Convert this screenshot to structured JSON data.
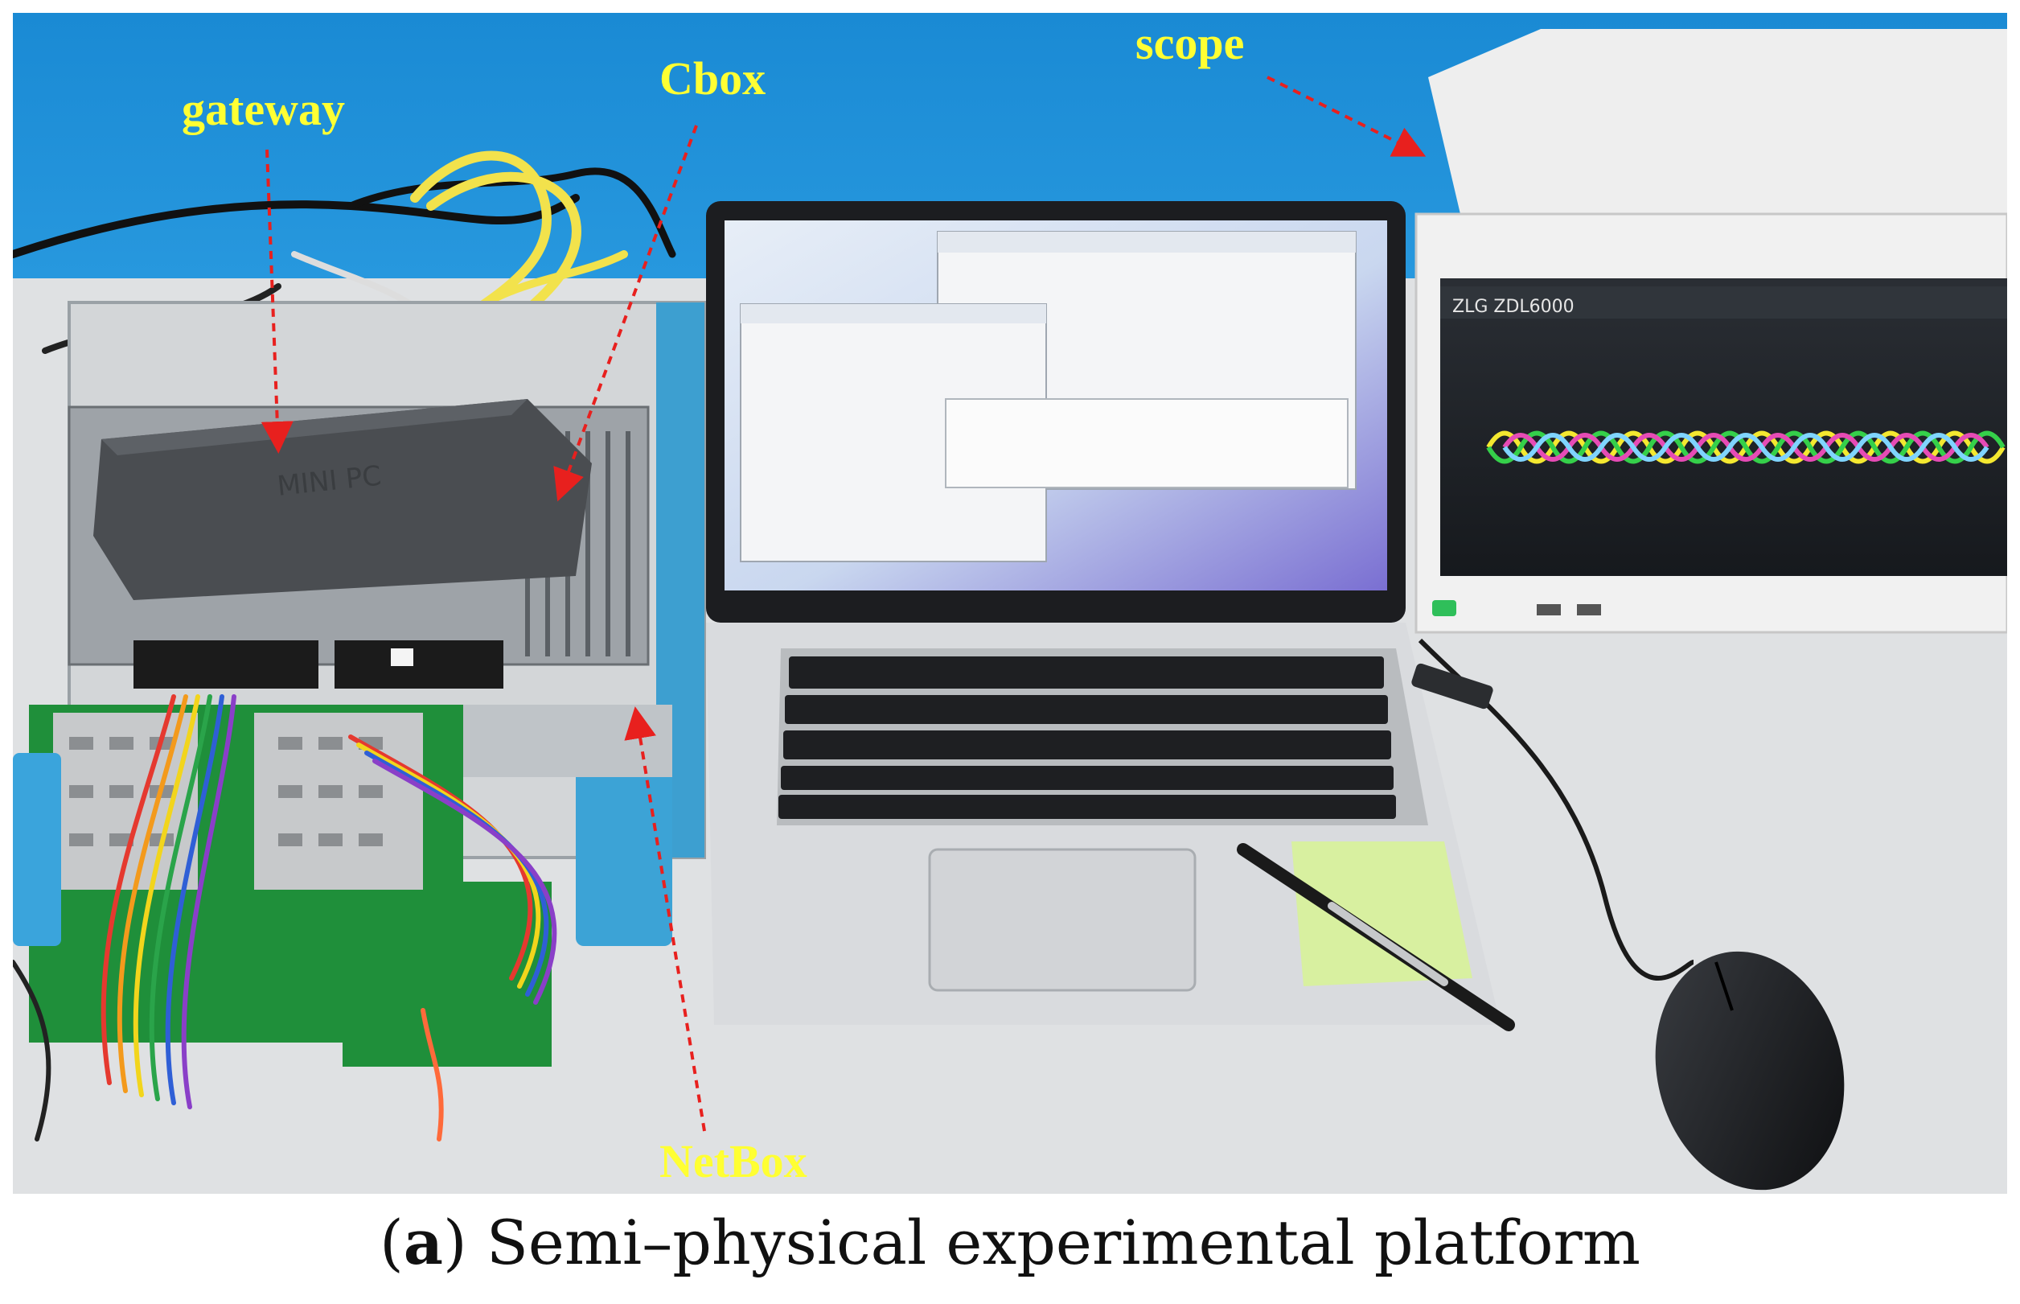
{
  "photo": {
    "labels": {
      "gateway": "gateway",
      "cbox": "Cbox",
      "scope": "scope",
      "netbox": "NetBox"
    }
  },
  "caption": {
    "letter": "a",
    "text": "Semi–physical experimental platform"
  },
  "colors": {
    "label_text": "#ffff33",
    "arrow": "#e8201e",
    "wall": "#1d8fd6",
    "desk": "#dfe1e3"
  }
}
